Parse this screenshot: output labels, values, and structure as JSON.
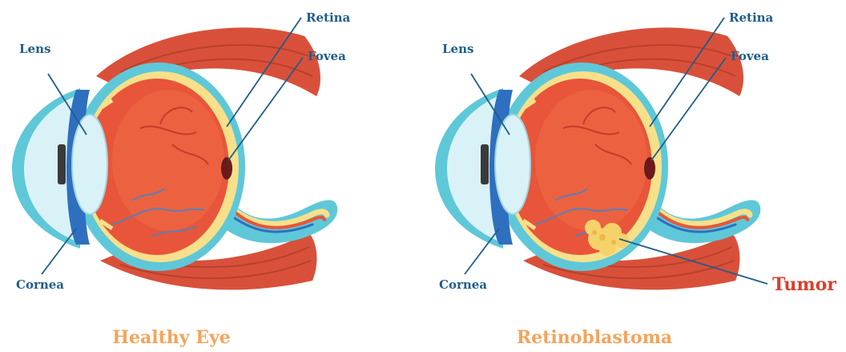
{
  "diagrams": {
    "left": {
      "caption": "Healthy Eye",
      "labels": {
        "lens": "Lens",
        "cornea": "Cornea",
        "retina": "Retina",
        "fovea": "Fovea"
      }
    },
    "right": {
      "caption": "Retinoblastoma",
      "labels": {
        "lens": "Lens",
        "cornea": "Cornea",
        "retina": "Retina",
        "fovea": "Fovea",
        "tumor": "Tumor"
      }
    }
  },
  "colors": {
    "label_text": "#1f5d8a",
    "caption_text": "#f4a45c",
    "tumor_text": "#d8402c",
    "muscle": "#d9503a",
    "sclera": "#5ec8d8",
    "retina_layer": "#f7e08a",
    "eye_interior": "#e8553a",
    "lens": "#d9f2f7",
    "iris": "#2f6fbf",
    "fovea": "#6a1a1a",
    "tumor": "#f5d36a",
    "vessels_red": "#c93a2a",
    "vessels_blue": "#5b7fb3"
  }
}
